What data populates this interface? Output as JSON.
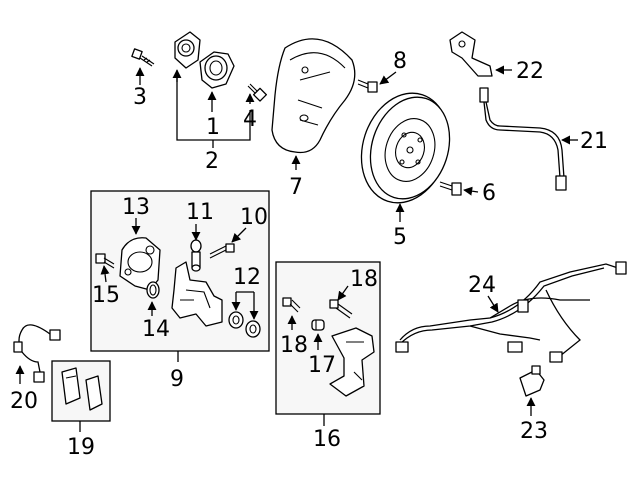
{
  "callouts": {
    "c1": "1",
    "c2": "2",
    "c3": "3",
    "c4": "4",
    "c5": "5",
    "c6": "6",
    "c7": "7",
    "c8": "8",
    "c9": "9",
    "c10": "10",
    "c11": "11",
    "c12": "12",
    "c13": "13",
    "c14": "14",
    "c15": "15",
    "c16": "16",
    "c17": "17",
    "c18a": "18",
    "c18b": "18",
    "c19": "19",
    "c20": "20",
    "c21": "21",
    "c22": "22",
    "c23": "23",
    "c24": "24"
  }
}
